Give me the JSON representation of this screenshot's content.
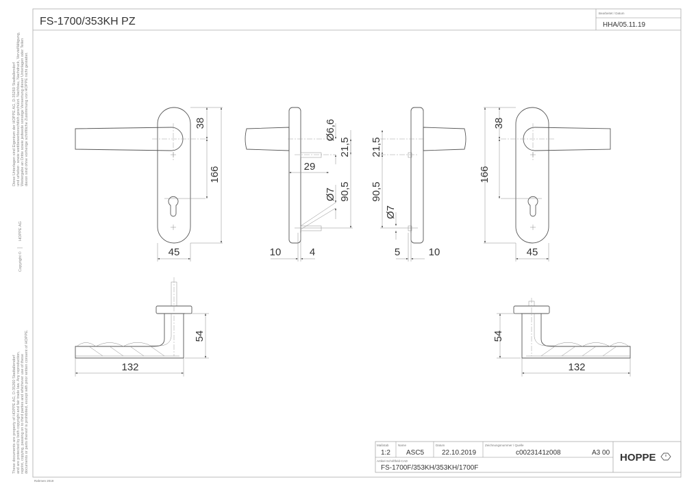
{
  "header": {
    "title": "FS-1700/353KH PZ",
    "edited_label": "Bearbeitet / Datum",
    "edited_value": "HHA/05.11.19"
  },
  "margin": {
    "copyright": "Copyright ©",
    "company": "HOPPE  AG",
    "german": [
      "Diese Unterlagen sind Eigentum der  HOPPE AG, D-35260 Stadtallendorf",
      "und urheber- sowie wettbewerbsrechtlich geschützt. Nachbau, Nachdruck, Vervielfältigung,",
      "Weitergabe an Dritte sowie jedwede sonstige Verwertung dieser Unterlagen oder Teilen",
      "davon sind ohne vorherige schriftliche Zustimmung von HOPPE nicht gestattet."
    ],
    "english": [
      "These documents are property of HOPPE AG, D-35260 Stadtallendorf",
      "and are protected by both copyright and fair trade law. Any reproduction,",
      "reprint, copying, passing on to third parties and whichever use of these",
      "documents or parts thereof is prohibited, except with prior written consent of HOPPE."
    ],
    "frame_label": "Rahmen 2019"
  },
  "dimensions": {
    "front_left": {
      "d38": "38",
      "d166": "166",
      "d45": "45"
    },
    "side_left": {
      "dia66": "Ø6,6",
      "d215": "21,5",
      "d29": "29",
      "dia7": "Ø7",
      "d905": "90,5",
      "d10": "10",
      "d4": "4"
    },
    "side_right": {
      "d215": "21,5",
      "d905": "90,5",
      "dia7": "Ø7",
      "d5": "5",
      "d10": "10"
    },
    "front_right": {
      "d38": "38",
      "d166": "166",
      "d45": "45"
    },
    "bottom_left": {
      "d54": "54",
      "d132": "132"
    },
    "bottom_right": {
      "d54": "54",
      "d132": "132"
    }
  },
  "title_block": {
    "scale_label": "Maßstab",
    "scale": "1:2",
    "name_label": "Name",
    "name": "ASC5",
    "date_label": "Datum",
    "date": "22.10.2019",
    "drawing_label": "Zeichnungsnummer / Quelle",
    "drawing_no": "c0023141z008",
    "format": "A3 00",
    "article_label": "Artikel-Schriftfeld-CAD",
    "article": "FS-1700F/353KH/353KH/1700F",
    "logo": "HOPPE"
  }
}
